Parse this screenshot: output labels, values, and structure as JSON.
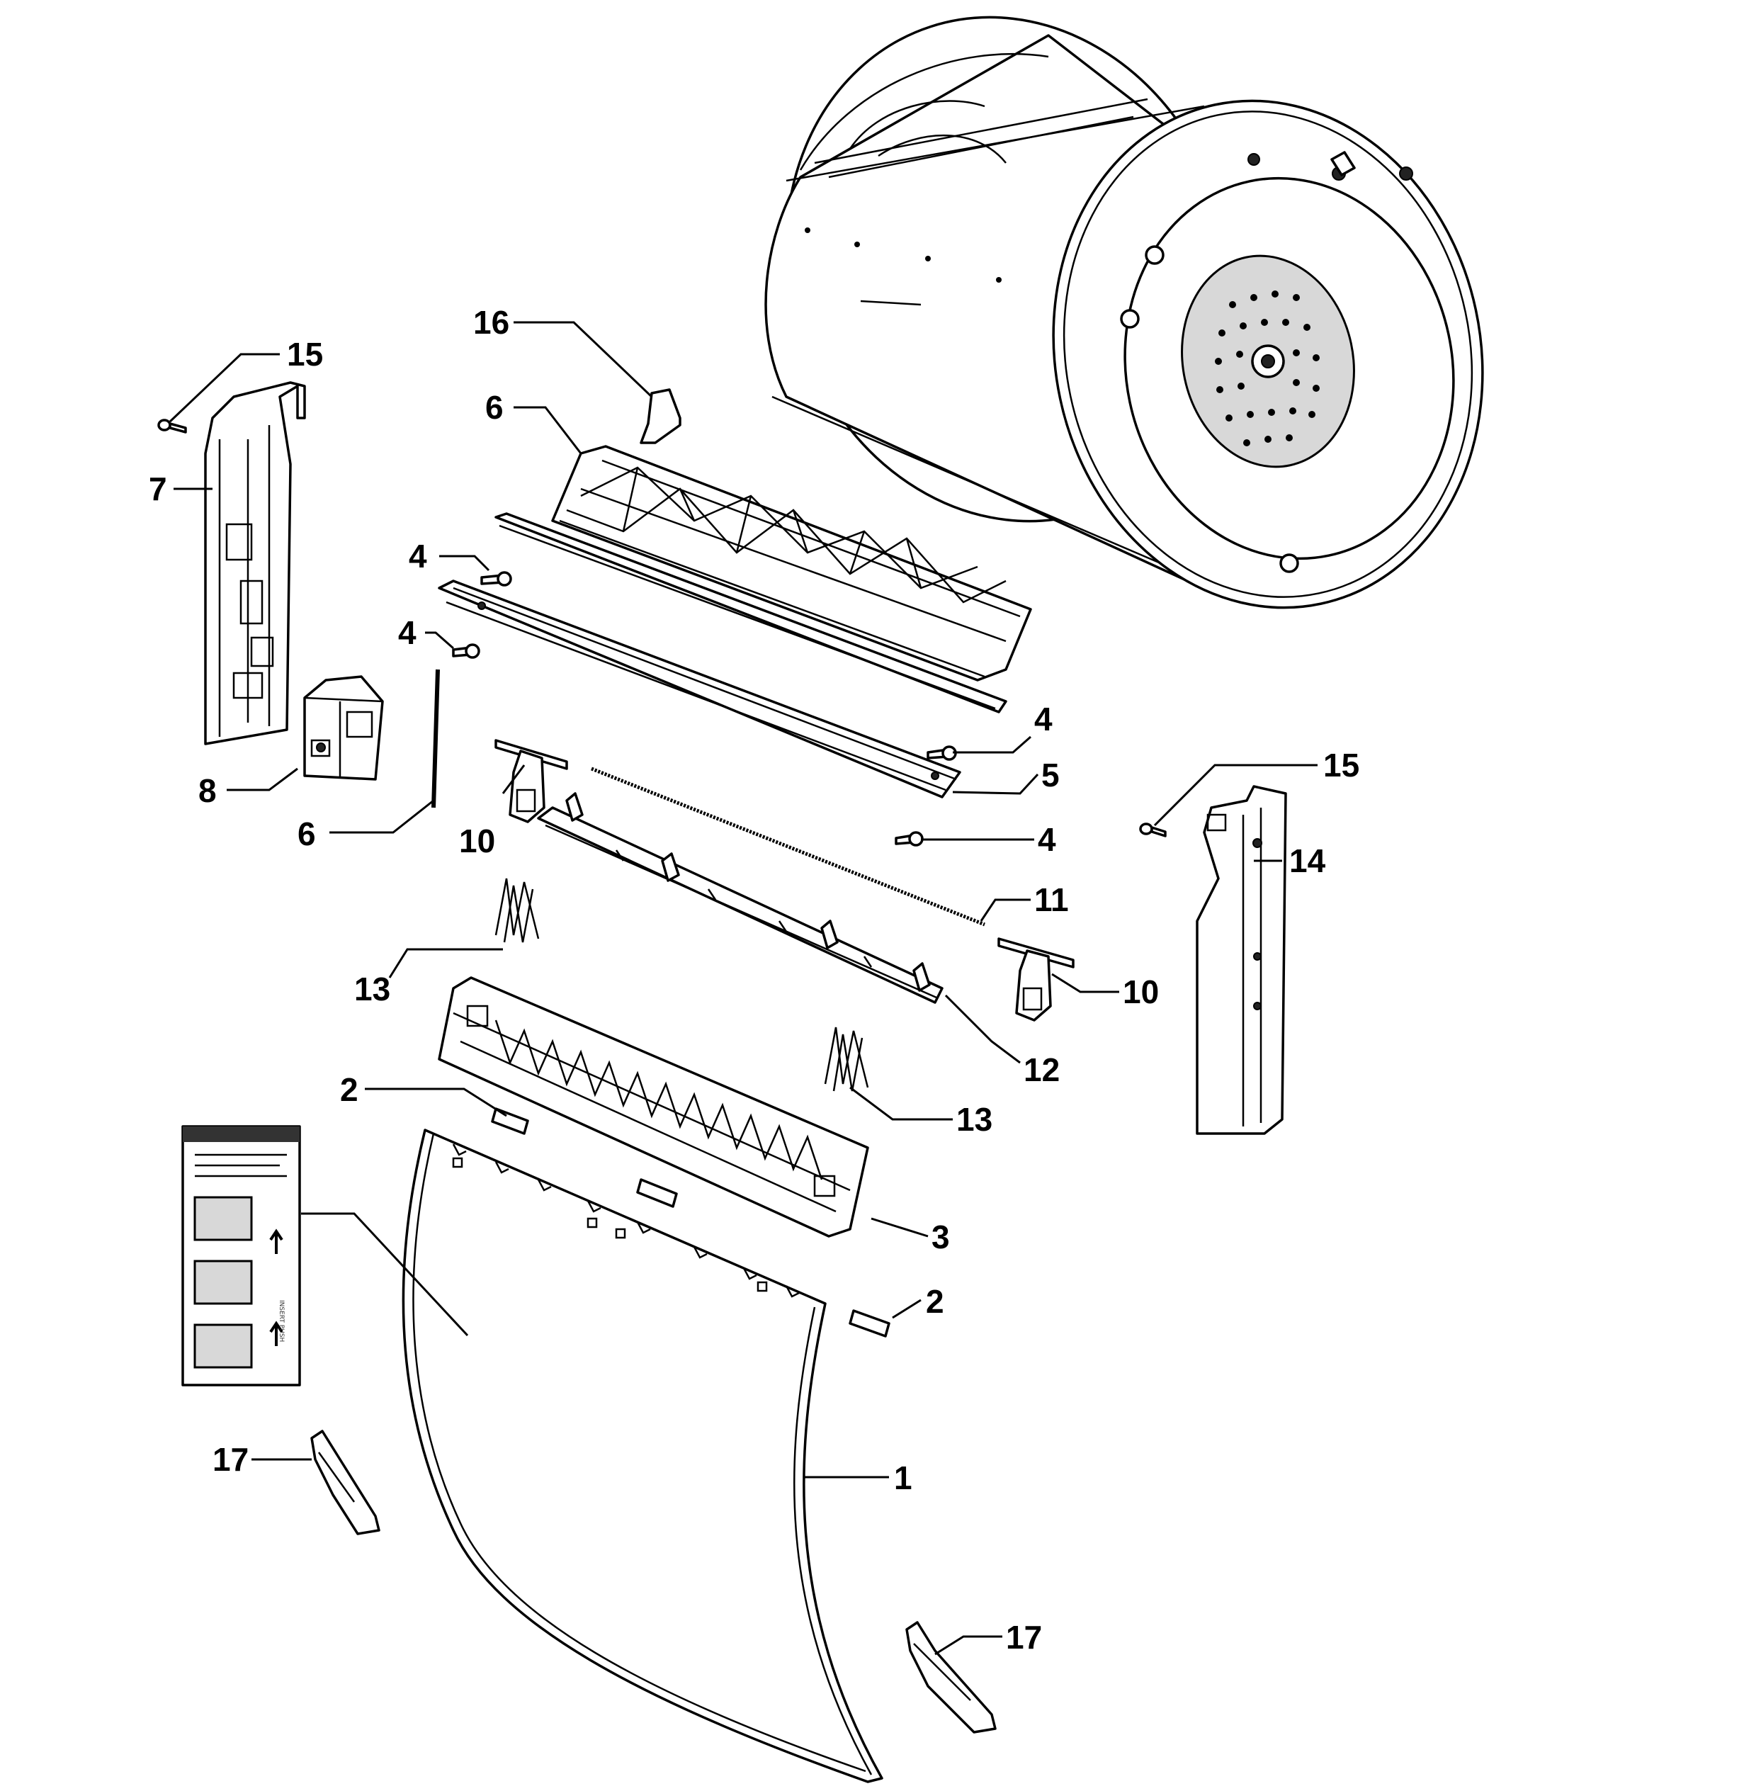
{
  "callouts": {
    "c1": "1",
    "c2a": "2",
    "c2b": "2",
    "c3": "3",
    "c4a": "4",
    "c4b": "4",
    "c4c": "4",
    "c4d": "4",
    "c5": "5",
    "c6a": "6",
    "c6b": "6",
    "c7": "7",
    "c8": "8",
    "c10a": "10",
    "c10b": "10",
    "c11": "11",
    "c12": "12",
    "c13a": "13",
    "c13b": "13",
    "c14": "14",
    "c15a": "15",
    "c15b": "15",
    "c16": "16",
    "c17a": "17",
    "c17b": "17"
  },
  "instruction_label": {
    "arrow_text": "INSERT PUSH"
  }
}
